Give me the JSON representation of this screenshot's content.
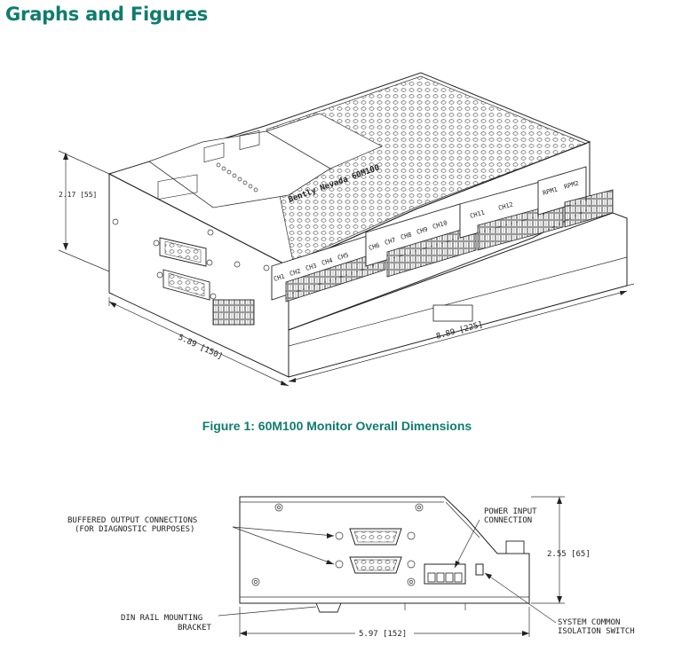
{
  "page": {
    "heading": "Graphs and Figures",
    "brand_color": "#0f7c6e"
  },
  "figure1": {
    "caption": "Figure 1:  60M100 Monitor Overall Dimensions",
    "dim_height": "2.17 [55]",
    "dim_depth": "5.89 [150]",
    "dim_width": "8.89 [225]",
    "product_label": "Bently Nevada 60M100",
    "channels_row1": [
      "CH1",
      "CH2",
      "CH3",
      "CH4",
      "CH5"
    ],
    "channels_row2": [
      "CH6",
      "CH7",
      "CH8",
      "CH9",
      "CH10"
    ],
    "channels_row3": [
      "CH11",
      "CH12"
    ],
    "channels_row4": [
      "RPM1",
      "RPM2"
    ]
  },
  "figure2": {
    "label_buffered_line1": "BUFFERED OUTPUT CONNECTIONS",
    "label_buffered_line2": "(FOR DIAGNOSTIC PURPOSES)",
    "label_power_line1": "POWER INPUT",
    "label_power_line2": "CONNECTION",
    "dim_height": "2.55 [65]",
    "label_din_line1": "DIN RAIL MOUNTING",
    "label_din_line2": "BRACKET",
    "dim_width": "5.97 [152]",
    "label_switch_line1": "SYSTEM COMMON",
    "label_switch_line2": "ISOLATION SWITCH"
  }
}
